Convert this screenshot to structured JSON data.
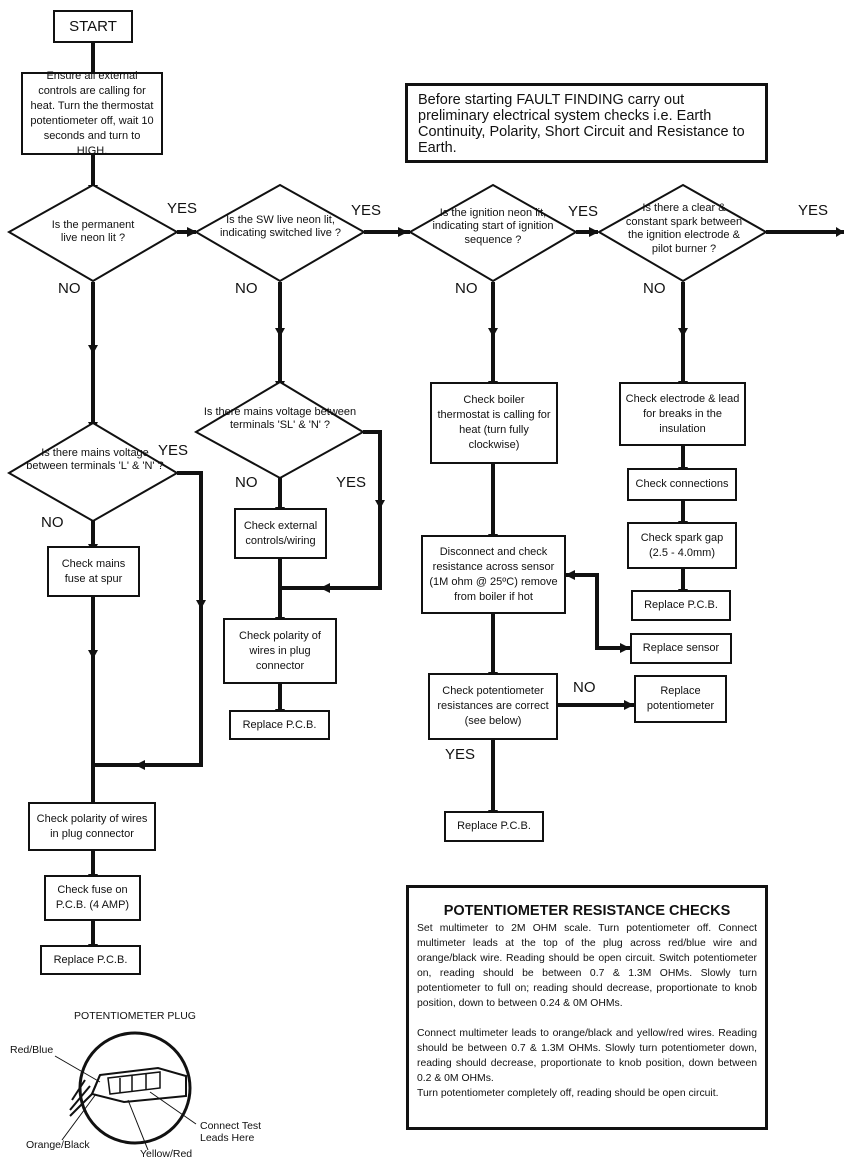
{
  "start": "START",
  "note": "Before starting FAULT FINDING carry out preliminary electrical system checks i.e. Earth Continuity, Polarity, Short Circuit and Resistance to Earth.",
  "boxes": {
    "ensure": "Ensure all external controls are calling for heat. Turn the thermostat potentiometer off, wait 10 seconds and turn to HIGH.",
    "mains_fuse": "Check mains fuse at spur",
    "polarity_wires": "Check polarity of wires in plug connector",
    "fuse_pcb": "Check fuse on P.C.B. (4 AMP)",
    "replace_pcb_1": "Replace P.C.B.",
    "ext_controls": "Check external controls/wiring",
    "polarity_plug": "Check polarity of wires in plug connector",
    "replace_pcb_2": "Replace P.C.B.",
    "boiler_thermostat": "Check boiler thermostat is calling for heat (turn fully clockwise)",
    "disconnect": "Disconnect and check resistance across sensor (1M ohm @ 25ºC) remove from boiler if hot",
    "potentiometer_res": "Check potentiometer resistances are correct (see below)",
    "replace_potentiometer": "Replace potentiometer",
    "replace_sensor": "Replace sensor",
    "replace_pcb_3": "Replace P.C.B.",
    "electrode": "Check electrode & lead for breaks in the insulation",
    "connections": "Check connections",
    "spark_gap": "Check spark gap (2.5 - 4.0mm)",
    "replace_pcb_4": "Replace P.C.B."
  },
  "decisions": {
    "d1": "Is the permanent live neon lit ?",
    "d2": "Is the SW live neon lit, indicating switched live ?",
    "d3": "Is the ignition neon lit, indicating start of ignition sequence ?",
    "d4": "Is there a clear & constant spark between the ignition electrode & pilot burner ?",
    "d5": "Is there mains voltage between terminals 'L' & 'N' ?",
    "d6": "Is there mains voltage between terminals 'SL' & 'N' ?"
  },
  "labels": {
    "yes": "YES",
    "no": "NO"
  },
  "checks": {
    "title": "POTENTIOMETER RESISTANCE CHECKS",
    "p1": "Set multimeter to 2M OHM scale. Turn potentiometer off. Connect multimeter leads at the top of the plug across red/blue wire and orange/black wire. Reading should be open circuit. Switch potentiometer on, reading should be between 0.7 & 1.3M OHMs. Slowly turn potentiometer to full on; reading should decrease, proportionate to knob position, down to between 0.24 & 0M OHMs.",
    "p2": "Connect multimeter leads to orange/black and yellow/red wires. Reading should be between 0.7 & 1.3M OHMs. Slowly turn potentiometer down, reading should decrease, proportionate to knob position, down between 0.2 & 0M OHMs.",
    "p3": "Turn potentiometer completely off, reading should be open circuit."
  },
  "plug": {
    "title": "POTENTIOMETER PLUG",
    "red_blue": "Red/Blue",
    "orange_black": "Orange/Black",
    "yellow_red": "Yellow/Red",
    "connect": "Connect Test Leads Here"
  }
}
